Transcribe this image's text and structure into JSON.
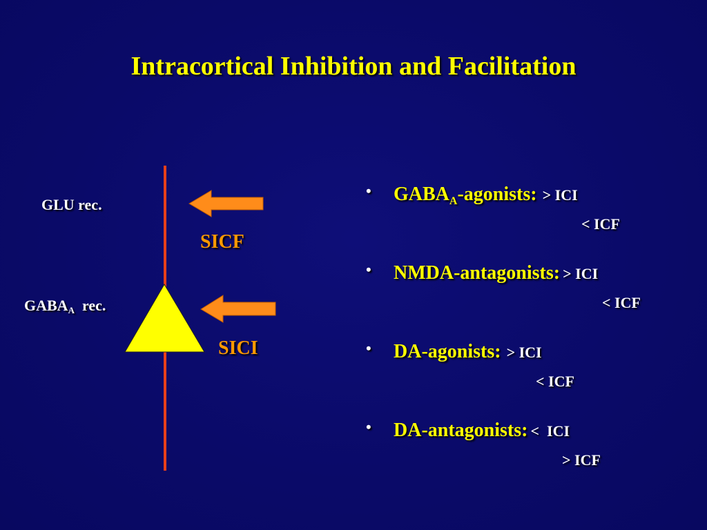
{
  "title": "Intracortical Inhibition and Facilitation",
  "diagram": {
    "glu_label": "GLU rec.",
    "gaba_label_main": "GABA",
    "gaba_label_sub": "A",
    "gaba_label_tail": "rec.",
    "sicf_label": "SICF",
    "sici_label": "SICI",
    "colors": {
      "axon_line": "#e8401a",
      "neuron_fill": "#ffff00",
      "arrow_fill": "#ff8c1a",
      "arrow_label": "#ff9900",
      "title": "#ffff00",
      "background": "#0b0b6e"
    }
  },
  "bullets": [
    {
      "agent_main": "GABA",
      "agent_sub": "A",
      "agent_tail": "-agonists:",
      "effect1": "> ICI",
      "effect2": "< ICF"
    },
    {
      "agent_main": "NMDA-antagonists:",
      "agent_sub": "",
      "agent_tail": "",
      "effect1": "> ICI",
      "effect2": "< ICF"
    },
    {
      "agent_main": "DA-agonists:",
      "agent_sub": "",
      "agent_tail": "",
      "effect1": "> ICI",
      "effect2": "< ICF"
    },
    {
      "agent_main": "DA-antagonists:",
      "agent_sub": "",
      "agent_tail": "",
      "effect1": "<  ICI",
      "effect2": "> ICF"
    }
  ]
}
